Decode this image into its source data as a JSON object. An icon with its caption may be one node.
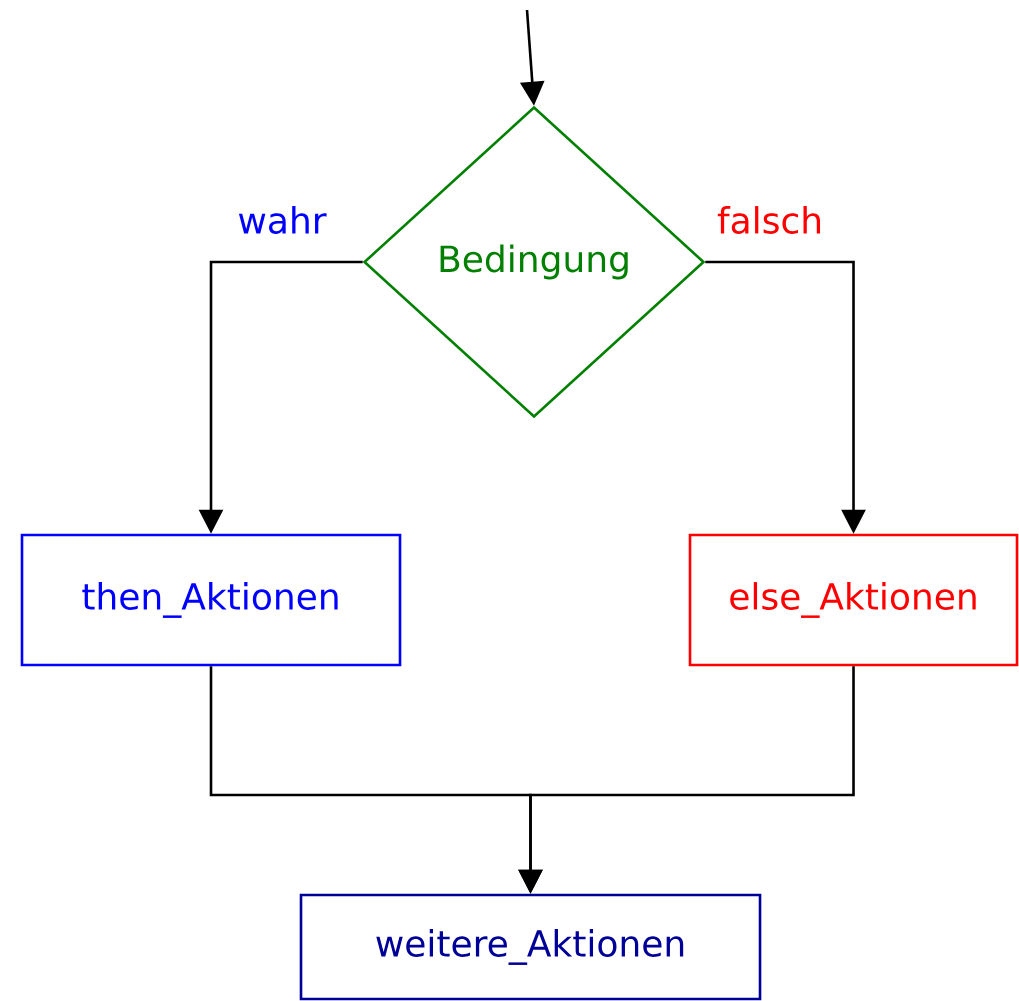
{
  "diagram": {
    "nodes": [
      {
        "text": [
          "Bedingung"
        ]
      },
      {
        "text": [
          "then_Aktionen"
        ]
      },
      {
        "text": [
          "else_Aktionen"
        ]
      },
      {
        "text": [
          "weitere_Aktionen"
        ]
      }
    ],
    "edges": [
      {
        "from": null,
        "to": 0,
        "arrow": "to"
      },
      {
        "from": 0,
        "to": 1,
        "arrow": "to",
        "label": "wahr"
      },
      {
        "from": 0,
        "to": 2,
        "arrow": "to",
        "label": "falsch"
      },
      {
        "from": 1,
        "to": 3,
        "arrow": "to"
      },
      {
        "from": 2,
        "to": 3,
        "arrow": "to"
      }
    ]
  }
}
